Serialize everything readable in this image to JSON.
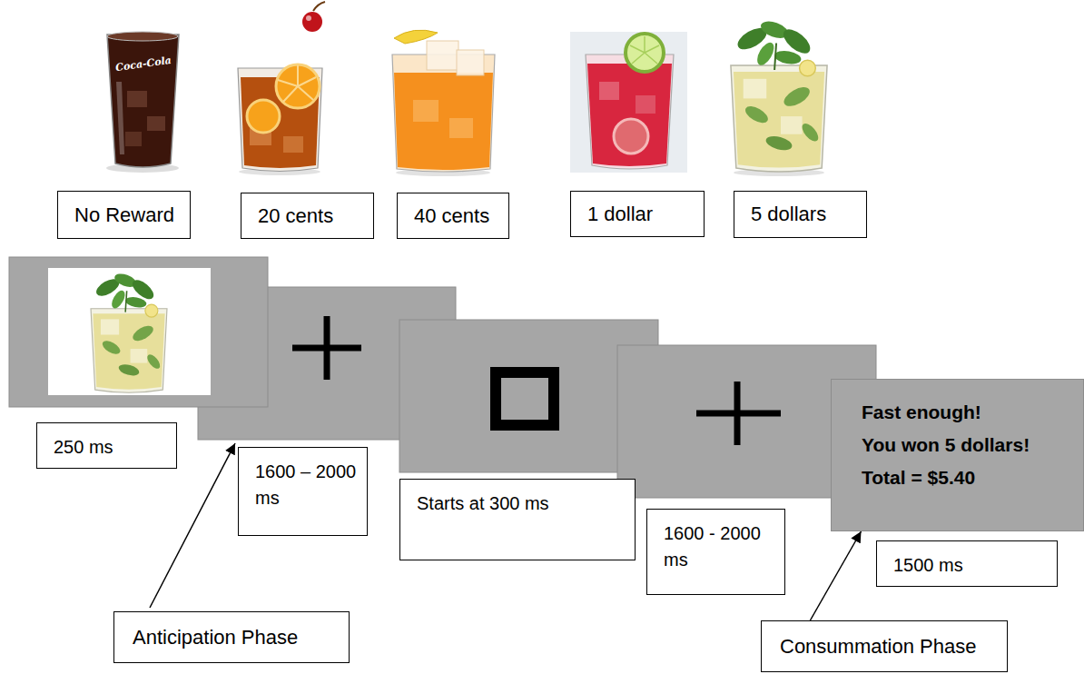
{
  "diagram": {
    "nodes": [
      {
        "text": [
          "No Reward"
        ]
      },
      {
        "text": [
          "20 cents"
        ]
      },
      {
        "text": [
          "40 cents"
        ]
      },
      {
        "text": [
          "1 dollar"
        ]
      },
      {
        "text": [
          "5 dollars"
        ]
      },
      {
        "text": [
          "250 ms"
        ]
      },
      {
        "text": [
          "1600 – 2000 ms"
        ]
      },
      {
        "text": [
          "Starts at 300 ms"
        ]
      },
      {
        "text": [
          "1600 - 2000 ms"
        ]
      },
      {
        "text": [
          "Fast enough!",
          "You won 5 dollars!",
          "Total = $5.40"
        ]
      },
      {
        "text": [
          "1500 ms"
        ]
      },
      {
        "text": [
          "Anticipation Phase"
        ]
      },
      {
        "text": [
          "Consummation Phase"
        ]
      }
    ],
    "edges": [
      {
        "from": 12,
        "to": 9,
        "arrow": "to"
      }
    ],
    "labels": [
      "Coca-Cola"
    ]
  }
}
